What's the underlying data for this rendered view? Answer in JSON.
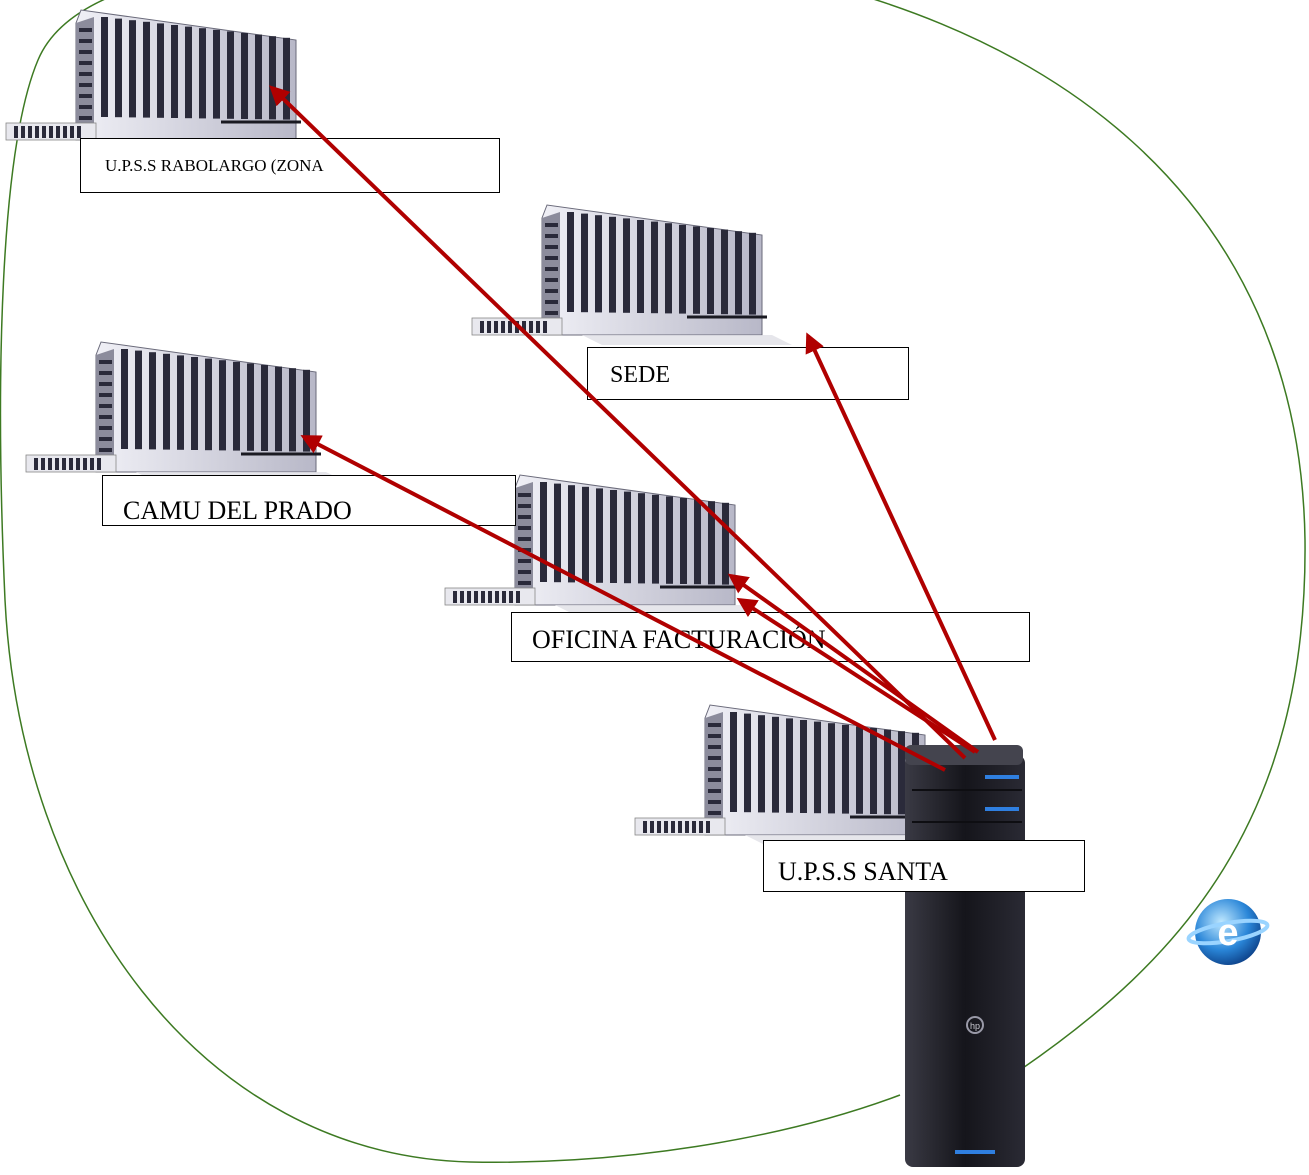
{
  "diagram": {
    "colors": {
      "ellipse": "#3d7a22",
      "arrow": "#b00000",
      "building_dark": "#2a2a3a",
      "building_light": "#d8d8e4",
      "server_body": "#1c1c22",
      "server_led": "#2f7fe0"
    },
    "sites": [
      {
        "id": "rabolargo",
        "label": "U.P.S.S RABOLARGO  (ZONA"
      },
      {
        "id": "sede",
        "label": "SEDE"
      },
      {
        "id": "camu",
        "label": "CAMU DEL PRADO"
      },
      {
        "id": "facturacion",
        "label": "OFICINA FACTURACIÓN"
      },
      {
        "id": "santa",
        "label": "U.P.S.S SANTA"
      }
    ],
    "server": {
      "icon": "tower-server-icon",
      "badge": "hp"
    },
    "browser_icon": "internet-explorer-icon"
  }
}
